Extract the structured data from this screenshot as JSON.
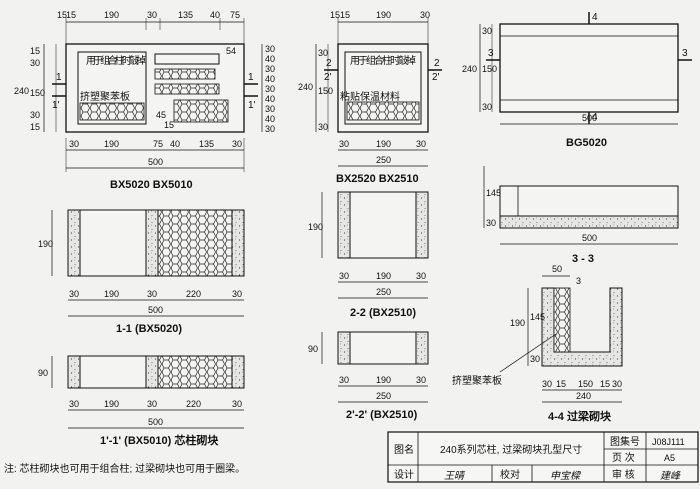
{
  "colors": {
    "ink": "#111111",
    "paper": "#f2f2f0",
    "concrete": "#e4e4e4"
  },
  "bx5020_plan": {
    "top_dims": [
      "15",
      "15",
      "190",
      "30",
      "135",
      "40",
      "75"
    ],
    "left_dims": [
      "240"
    ],
    "left_inner_dims": [
      "15",
      "30",
      "150",
      "30",
      "15"
    ],
    "right_dims": [
      "30",
      "40",
      "30",
      "40",
      "30",
      "40",
      "30",
      "40",
      "30"
    ],
    "bottom_dims": [
      "30",
      "190",
      "75",
      "40",
      "135",
      "30"
    ],
    "total": "500",
    "inner_dims": [
      "54",
      "45",
      "15"
    ],
    "note_core": "用于组合柱时敲掉",
    "note_foam": "挤塑聚苯板",
    "sec_marks": [
      "1",
      "1",
      "1'",
      "1'"
    ],
    "caption": "BX5020   BX5010"
  },
  "bx2520_plan": {
    "top_dims": [
      "15",
      "15",
      "190",
      "30"
    ],
    "left_dims": [
      "240",
      "30",
      "150",
      "30"
    ],
    "bottom_dims": [
      "30",
      "190",
      "30"
    ],
    "total": "250",
    "note_core": "用于组合柱时敲掉",
    "note_insul": "粘贴保温材料",
    "sec_marks": [
      "2",
      "2'",
      "2",
      "2'"
    ],
    "caption": "BX2520   BX2510"
  },
  "bg5020_plan": {
    "left_dims": [
      "240",
      "30",
      "150",
      "30"
    ],
    "total": "500",
    "sec_marks": [
      "3",
      "3",
      "4",
      "4"
    ],
    "caption": "BG5020"
  },
  "section_1_1": {
    "height": "190",
    "bottom_dims": [
      "30",
      "190",
      "30",
      "220",
      "30"
    ],
    "total": "500",
    "caption": "1-1 (BX5020)"
  },
  "section_1p_1p": {
    "height": "90",
    "bottom_dims": [
      "30",
      "190",
      "30",
      "220",
      "30"
    ],
    "total": "500",
    "caption": "1'-1' (BX5010) 芯柱砌块"
  },
  "section_2_2": {
    "height": "190",
    "bottom_dims": [
      "30",
      "190",
      "30"
    ],
    "total": "250",
    "caption": "2-2 (BX2510)"
  },
  "section_2p_2p": {
    "height": "90",
    "bottom_dims": [
      "30",
      "190",
      "30"
    ],
    "total": "250",
    "caption": "2'-2' (BX2510)"
  },
  "section_3_3": {
    "left_dims": [
      "30",
      "145"
    ],
    "total": "500",
    "caption": "3 - 3"
  },
  "section_4_4": {
    "top_dims": [
      "50",
      "3"
    ],
    "left_dims": [
      "190",
      "30",
      "145"
    ],
    "bottom_dims": [
      "30",
      "15",
      "150",
      "15",
      "30"
    ],
    "total": "240",
    "note_foam": "挤塑聚苯板",
    "caption": "4-4 过梁砌块"
  },
  "note": "注: 芯柱砌块也可用于组合柱; 过梁砌块也可用于圈梁。",
  "title_block": {
    "tuming_label": "图名",
    "title": "240系列芯柱, 过梁砌块孔型尺寸",
    "tujihao_label": "图集号",
    "tujihao": "J08J111",
    "yeci_label": "页 次",
    "yeci": "A5",
    "design_label": "设计",
    "design_sig": "王晴",
    "check_label": "校对",
    "check_sig": "申宝樑",
    "review_label": "审 核",
    "review_sig": "建峰"
  }
}
